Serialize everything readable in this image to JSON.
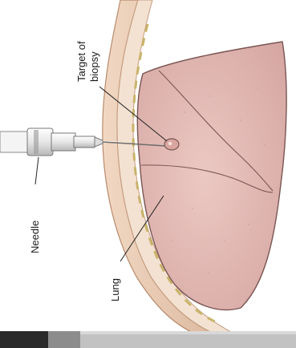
{
  "labels": {
    "target_line1": "Target of",
    "target_line2": "biopsy",
    "needle": "Needle",
    "lung": "Lung"
  },
  "colors": {
    "lung_fill": "#e0b7b2",
    "lung_stroke": "#7a5553",
    "chest_wall": "#e8c9b0",
    "pleura": "#d6b49b",
    "needle_body": "#eeeeee",
    "label_text": "#1a1a1a"
  }
}
